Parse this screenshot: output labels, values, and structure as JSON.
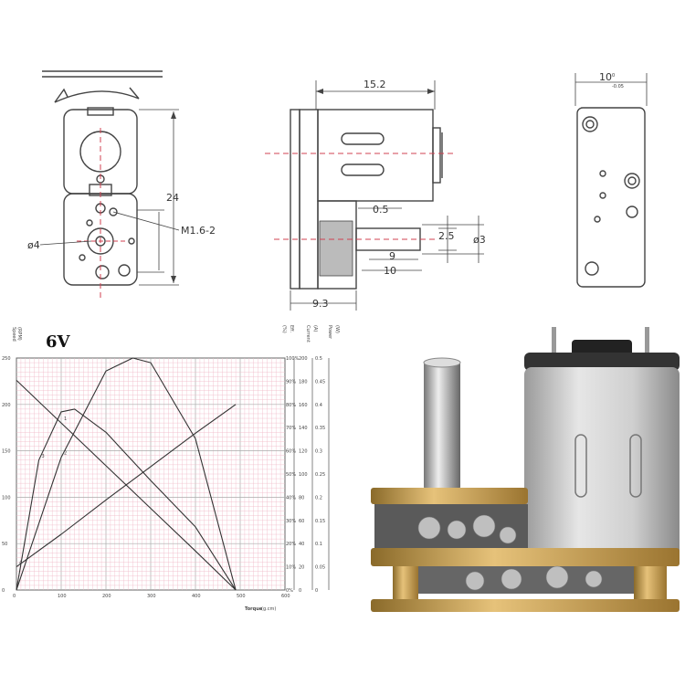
{
  "drawing": {
    "front_view": {
      "height_dim": "24",
      "hole_dim": "M1.6-2",
      "shaft_dia": "ø4"
    },
    "side_view": {
      "length_dim": "15.2",
      "offset_dim": "0.5",
      "shaft_flat": "2.5",
      "shaft_dia": "ø3",
      "shaft_len_a": "9",
      "shaft_len_b": "10",
      "gearbox_dim": "9.3"
    },
    "back_view": {
      "width_dim": "10",
      "tol_upper": "0",
      "tol_lower": "-0.05"
    }
  },
  "chart": {
    "voltage": "6V",
    "left_axis_title": "Speed",
    "left_axis_unit": "(RPM)",
    "right_axis_titles": [
      "(%)",
      "Eff.",
      "Current",
      "(A)",
      "Power",
      "(W)"
    ],
    "x_axis_title": "Torque",
    "x_axis_unit": "(g.cm)"
  },
  "chart_data": {
    "type": "line",
    "voltage": "6V",
    "xlabel": "Torque (g.cm)",
    "ylabel": "Speed (RPM)",
    "xlim": [
      0,
      600
    ],
    "ylim": [
      0,
      250
    ],
    "x_ticks": [
      "0",
      "100",
      "200",
      "300",
      "400",
      "500",
      "600"
    ],
    "y_ticks": [
      "0",
      "50",
      "100",
      "150",
      "200",
      "250"
    ],
    "right_ticks_pct": [
      "0%",
      "10%",
      "20%",
      "30%",
      "40%",
      "50%",
      "60%",
      "70%",
      "80%",
      "90%",
      "100%"
    ],
    "right_ticks_b": [
      "0",
      "20",
      "40",
      "60",
      "80",
      "100",
      "120",
      "140",
      "160",
      "180",
      "200"
    ],
    "right_ticks_current": [
      "0",
      "0.05",
      "0.1",
      "0.15",
      "0.2",
      "0.25",
      "0.3",
      "0.35",
      "0.4",
      "0.45",
      "0.5"
    ],
    "series": [
      {
        "label": "1",
        "x": [
          0,
          100,
          200,
          300,
          400,
          490
        ],
        "y": [
          226,
          180,
          134,
          88,
          42,
          0
        ]
      },
      {
        "label": "2",
        "x": [
          0,
          100,
          200,
          260,
          300,
          400,
          490
        ],
        "y": [
          0,
          143,
          236,
          250,
          245,
          163,
          0
        ]
      },
      {
        "label": "3",
        "x": [
          0,
          50,
          100,
          130,
          200,
          300,
          400,
          490
        ],
        "y": [
          0,
          140,
          192,
          195,
          170,
          118,
          68,
          0
        ]
      },
      {
        "label": "4",
        "x": [
          0,
          100,
          200,
          300,
          400,
          490
        ],
        "y": [
          25,
          60,
          97,
          133,
          169,
          200
        ]
      }
    ]
  }
}
